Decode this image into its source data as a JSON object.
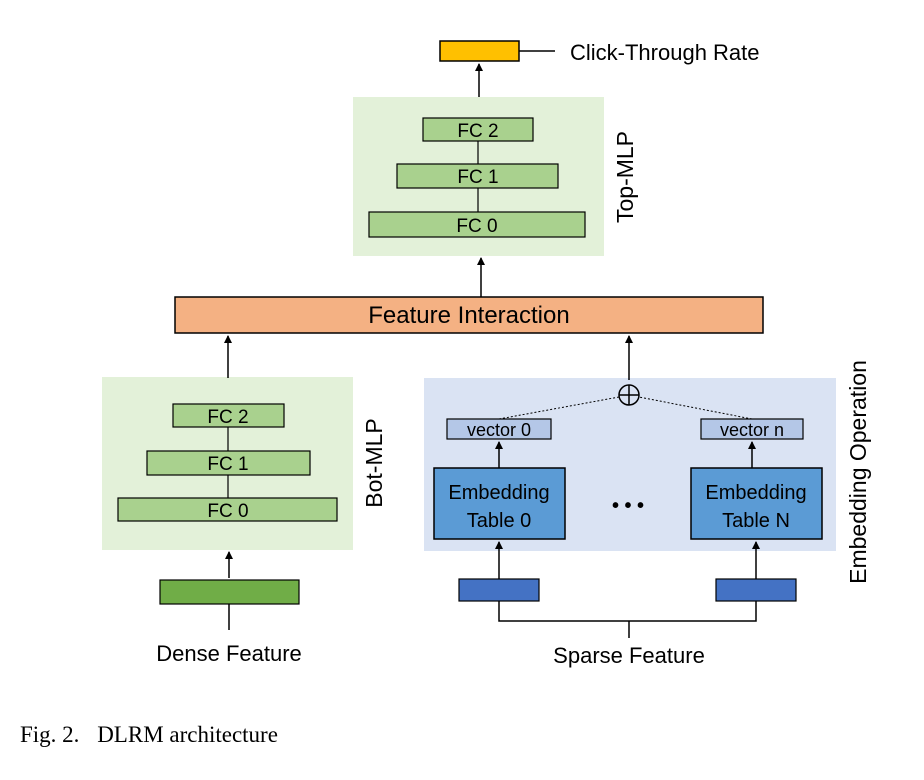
{
  "output_label": "Click-Through Rate",
  "top_mlp": {
    "label": "Top-MLP",
    "layers": [
      "FC 2",
      "FC 1",
      "FC 0"
    ]
  },
  "feature_interaction": {
    "label": "Feature Interaction"
  },
  "bot_mlp": {
    "label": "Bot-MLP",
    "layers": [
      "FC 2",
      "FC 1",
      "FC 0"
    ]
  },
  "embedding": {
    "label": "Embedding Operation",
    "sum_symbol": "⊕",
    "vectors": [
      "vector 0",
      "vector n"
    ],
    "tables": [
      {
        "line1": "Embedding",
        "line2": "Table 0"
      },
      {
        "line1": "Embedding",
        "line2": "Table N"
      }
    ],
    "ellipsis": "• • •"
  },
  "inputs": {
    "dense": "Dense Feature",
    "sparse": "Sparse Feature"
  },
  "caption": {
    "number": "Fig. 2.",
    "text": "DLRM architecture"
  },
  "colors": {
    "mlp_panel": "#e3f1d9",
    "fc_layer": "#a9d18e",
    "dense_input": "#70ad47",
    "feature_interaction": "#f4b183",
    "output": "#ffc000",
    "embedding_panel": "#dae3f3",
    "embedding_table": "#5b9bd5",
    "vector": "#b4c7e7",
    "sparse_input": "#4472c4"
  }
}
